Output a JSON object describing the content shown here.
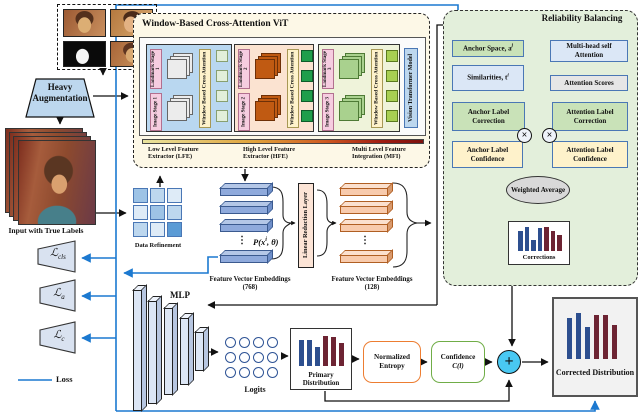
{
  "vit": {
    "title": "Window-Based Cross-Attention ViT",
    "stages": [
      {
        "landmark": "Landmark Stage 1",
        "image": "Image Stage 1",
        "attention": "Window Based Cross Attention"
      },
      {
        "landmark": "Landmark Stage 2",
        "image": "Image Stage 2",
        "attention": "Window Based Cross Attention"
      },
      {
        "landmark": "Landmark Stage 3",
        "image": "Image Stage 3",
        "attention": "Window Based Cross Attention"
      }
    ],
    "vision_transformer": "Vision Transformer Model",
    "extractor_labels": [
      "Low Level Feature Extractor (LFE)",
      "High Level Feature Extractor (HFE)",
      "Multi Level Feature Integration (MFI)"
    ]
  },
  "augmentation": {
    "label": "Heavy Augmentation"
  },
  "input": {
    "label": "Input with True Labels"
  },
  "data_refinement": {
    "label": "Data Refinement",
    "cells": [
      "#9dc3e6",
      "#bdd7ee",
      "#deebf7",
      "#deebf7",
      "#9dc3e6",
      "#bdd7ee",
      "#bdd7ee",
      "#deebf7",
      "#5b9bd5"
    ]
  },
  "embeddings": {
    "formula_pre": "P(x",
    "formula_sup": "i",
    "formula_post": ", θ)",
    "dots": "⋮",
    "label_768": "Feature Vector Embeddings (768)",
    "label_128": "Feature Vector Embeddings (128)",
    "linear_reduction": "Linear Reduction Layer"
  },
  "mlp": {
    "label": "MLP"
  },
  "logits": {
    "label": "Logits"
  },
  "distributions": {
    "bar_colors": {
      "b": "#2d4f8f",
      "m": "#6d2433"
    },
    "primary": {
      "label": "Primary Distribution",
      "bars": [
        {
          "h": 88,
          "c": "b"
        },
        {
          "h": 88,
          "c": "b"
        },
        {
          "h": 62,
          "c": "b"
        },
        {
          "h": 100,
          "c": "m"
        },
        {
          "h": 96,
          "c": "m"
        },
        {
          "h": 78,
          "c": "m"
        }
      ]
    },
    "corrected": {
      "label": "Corrected Distribution",
      "bars": [
        {
          "h": 90,
          "c": "b"
        },
        {
          "h": 100,
          "c": "b"
        },
        {
          "h": 70,
          "c": "b"
        },
        {
          "h": 95,
          "c": "m"
        },
        {
          "h": 95,
          "c": "m"
        },
        {
          "h": 75,
          "c": "m"
        }
      ]
    }
  },
  "entropy": {
    "label": "Normalized Entropy"
  },
  "confidence": {
    "label": "Confidence",
    "formula": "C(l)"
  },
  "reliability": {
    "title": "Reliability Balancing",
    "anchor_space_pre": "Anchor Space, a",
    "anchor_space_sup": "j",
    "multihead": "Multi-head self Attention",
    "similarities_pre": "Similarities, t",
    "similarities_sup": "i",
    "attention_scores": "Attention Scores",
    "anchor_correction": "Anchor Label Correction",
    "attention_correction": "Attention Label Correction",
    "anchor_confidence": "Anchor Label Confidence",
    "attention_confidence": "Attention Label Confidence",
    "weighted_average": "Weighted Average",
    "corrections": {
      "label": "Corrections",
      "bars": [
        {
          "h": 85,
          "c": "b"
        },
        {
          "h": 100,
          "c": "b"
        },
        {
          "h": 45,
          "c": "b"
        },
        {
          "h": 95,
          "c": "b"
        },
        {
          "h": 100,
          "c": "m"
        },
        {
          "h": 85,
          "c": "m"
        },
        {
          "h": 65,
          "c": "m"
        }
      ]
    }
  },
  "losses": {
    "symbol": "ℒ",
    "cls_sub": "cls",
    "a_sub": "a",
    "c_sub": "c"
  },
  "legend": {
    "label": "Loss"
  },
  "operators": {
    "multiply": "×",
    "add": "+"
  },
  "colors": {
    "loss_line": "#1c79d0",
    "line": "#111111"
  }
}
